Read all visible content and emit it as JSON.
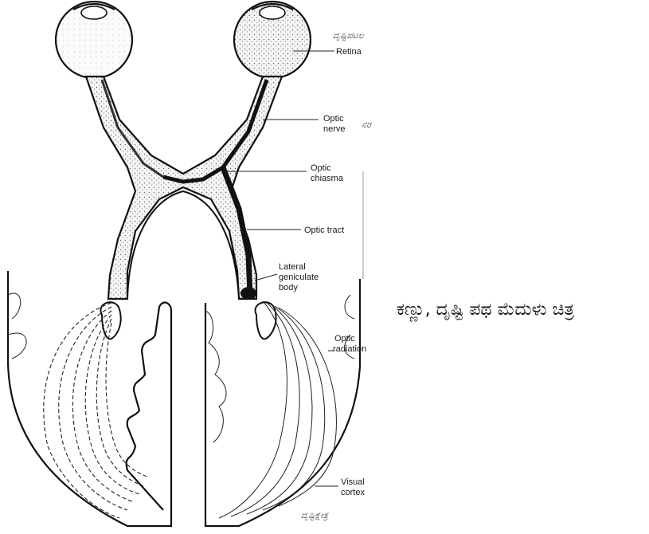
{
  "labels": {
    "retina": "Retina",
    "optic_nerve_1": "Optic",
    "optic_nerve_2": "nerve",
    "optic_chiasma_1": "Optic",
    "optic_chiasma_2": "chiasma",
    "optic_tract": "Optic tract",
    "lgb_1": "Lateral",
    "lgb_2": "geniculate",
    "lgb_3": "body",
    "optic_radiation_1": "Optic",
    "optic_radiation_2": "radiation",
    "visual_cortex_1": "Visual",
    "visual_cortex_2": "cortex"
  },
  "caption": "ಕಣ್ಣು, ದೃಷ್ಟಿ ಪಥ ಮೆದುಳು ಚಿತ್ರ",
  "handnotes": {
    "retina": "ದೃಷ್ಟಿಪಟಲ",
    "optic_nerve": "ನರ",
    "cortex": "ದೃಷ್ಟಿಕ್ಷೇತ್ರ"
  }
}
